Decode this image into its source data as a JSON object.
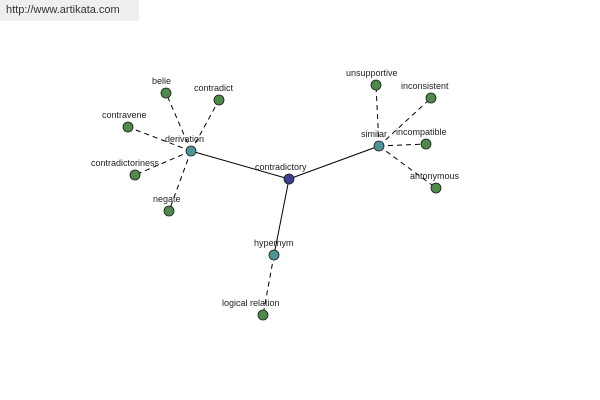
{
  "source_url": "http://www.artikata.com",
  "colors": {
    "root": "#3a3f8f",
    "hub": "#4e9696",
    "leaf": "#4f8a4a"
  },
  "graph": {
    "nodes": [
      {
        "id": "contradictory",
        "label": "contradictory",
        "kind": "root"
      },
      {
        "id": "derivation",
        "label": "derivation",
        "kind": "hub"
      },
      {
        "id": "similar",
        "label": "similar",
        "kind": "hub"
      },
      {
        "id": "hypernym",
        "label": "hypernym",
        "kind": "hub"
      },
      {
        "id": "belie",
        "label": "belie",
        "kind": "leaf"
      },
      {
        "id": "contradict",
        "label": "contradict",
        "kind": "leaf"
      },
      {
        "id": "contravene",
        "label": "contravene",
        "kind": "leaf"
      },
      {
        "id": "contradictoriness",
        "label": "contradictoriness",
        "kind": "leaf"
      },
      {
        "id": "negate",
        "label": "negate",
        "kind": "leaf"
      },
      {
        "id": "unsupportive",
        "label": "unsupportive",
        "kind": "leaf"
      },
      {
        "id": "inconsistent",
        "label": "inconsistent",
        "kind": "leaf"
      },
      {
        "id": "incompatible",
        "label": "incompatible",
        "kind": "leaf"
      },
      {
        "id": "antonymous",
        "label": "antonymous",
        "kind": "leaf"
      },
      {
        "id": "logical-relation",
        "label": "logical relation",
        "kind": "leaf"
      }
    ],
    "edges": [
      {
        "from": "contradictory",
        "to": "derivation",
        "style": "solid"
      },
      {
        "from": "contradictory",
        "to": "similar",
        "style": "solid"
      },
      {
        "from": "contradictory",
        "to": "hypernym",
        "style": "solid"
      },
      {
        "from": "derivation",
        "to": "belie",
        "style": "dashed"
      },
      {
        "from": "derivation",
        "to": "contradict",
        "style": "dashed"
      },
      {
        "from": "derivation",
        "to": "contravene",
        "style": "dashed"
      },
      {
        "from": "derivation",
        "to": "contradictoriness",
        "style": "dashed"
      },
      {
        "from": "derivation",
        "to": "negate",
        "style": "dashed"
      },
      {
        "from": "similar",
        "to": "unsupportive",
        "style": "dashed"
      },
      {
        "from": "similar",
        "to": "inconsistent",
        "style": "dashed"
      },
      {
        "from": "similar",
        "to": "incompatible",
        "style": "dashed"
      },
      {
        "from": "similar",
        "to": "antonymous",
        "style": "dashed"
      },
      {
        "from": "hypernym",
        "to": "logical-relation",
        "style": "dashed"
      }
    ]
  }
}
